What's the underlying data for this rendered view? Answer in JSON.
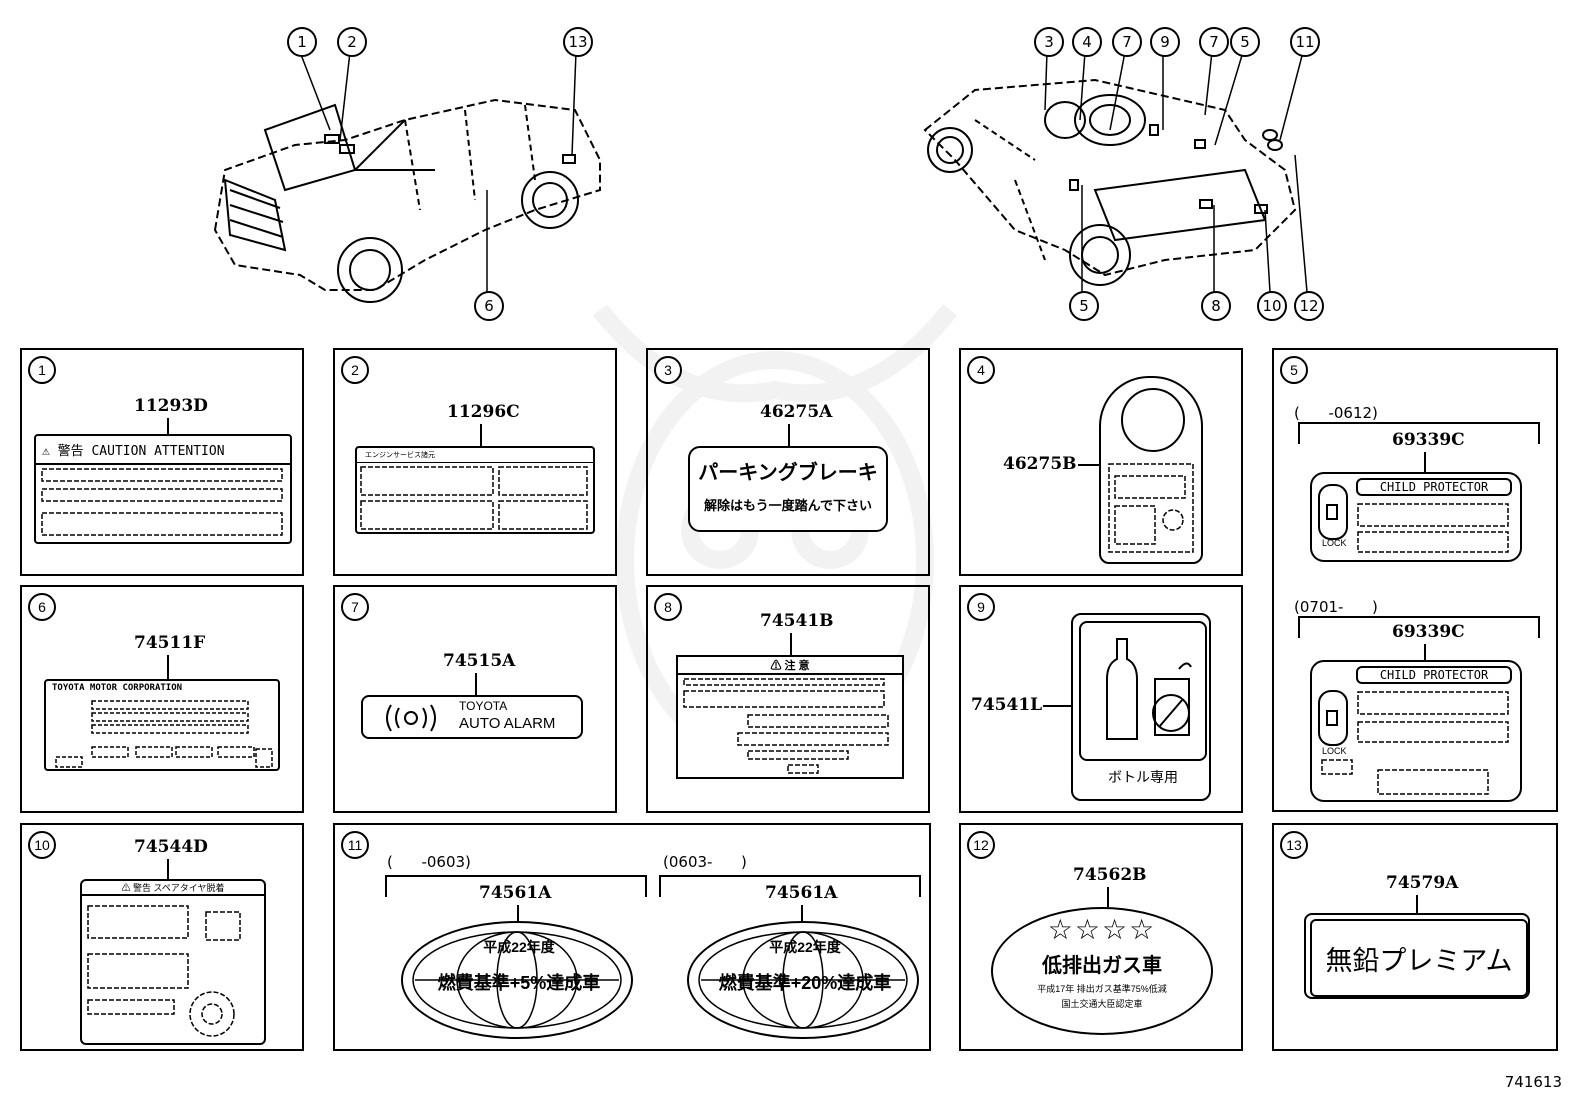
{
  "diagram_id": "741613",
  "callouts_front": [
    "1",
    "2",
    "13",
    "6"
  ],
  "callouts_rear": [
    "3",
    "4",
    "7",
    "9",
    "7",
    "5",
    "11",
    "5",
    "8",
    "10",
    "12"
  ],
  "panels": [
    {
      "num": "1",
      "part": "11293D",
      "caution_text": "⚠ 警告  CAUTION ATTENTION"
    },
    {
      "num": "2",
      "part": "11296C",
      "header_text": "エンジンサービス諸元"
    },
    {
      "num": "3",
      "part": "46275A",
      "line1": "パーキングブレーキ",
      "line2": "解除はもう一度踏んで下さい"
    },
    {
      "num": "4",
      "part": "46275B"
    },
    {
      "num": "5",
      "date1": "(      -0612)",
      "part1": "69339C",
      "date2": "(0701-      )",
      "part2": "69339C",
      "label_title": "CHILD PROTECTOR",
      "lock_text": "LOCK"
    },
    {
      "num": "6",
      "part": "74511F",
      "header_text": "TOYOTA MOTOR CORPORATION"
    },
    {
      "num": "7",
      "part": "74515A",
      "line1": "TOYOTA",
      "line2": "AUTO ALARM"
    },
    {
      "num": "8",
      "part": "74541B",
      "header_text": "⚠ 注  意"
    },
    {
      "num": "9",
      "part": "74541L",
      "caption": "ボトル専用"
    },
    {
      "num": "10",
      "part": "74544D",
      "header_text": "⚠ 警告 スペアタイヤ脱着"
    },
    {
      "num": "11",
      "date1": "(      -0603)",
      "part1": "74561A",
      "date2": "(0603-      )",
      "part2": "74561A",
      "year": "平成22年度",
      "text1": "燃費基準+5%達成車",
      "text2": "燃費基準+20%達成車"
    },
    {
      "num": "12",
      "part": "74562B",
      "stars": "☆☆☆☆",
      "title": "低排出ガス車",
      "sub1": "平成17年 排出ガス基準75%低減",
      "sub2": "国土交通大臣認定車"
    },
    {
      "num": "13",
      "part": "74579A",
      "text": "無鉛プレミアム"
    }
  ]
}
